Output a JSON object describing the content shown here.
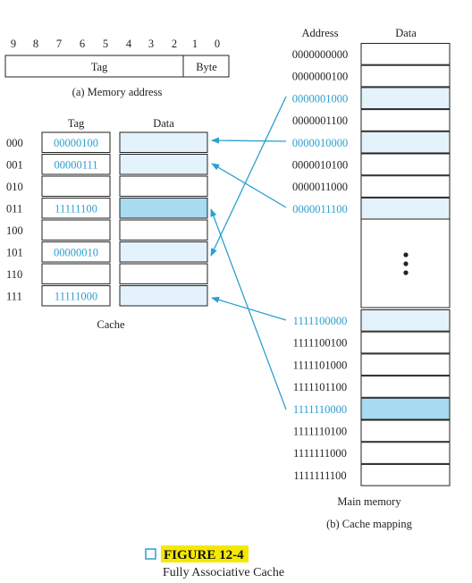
{
  "memory_address": {
    "bit_numbers": [
      "9",
      "8",
      "7",
      "6",
      "5",
      "4",
      "3",
      "2",
      "1",
      "0"
    ],
    "tag_label": "Tag",
    "byte_label": "Byte",
    "caption": "(a) Memory address"
  },
  "cache": {
    "tag_header": "Tag",
    "data_header": "Data",
    "caption": "Cache",
    "rows": [
      {
        "index": "000",
        "tag": "00000100",
        "filled": true
      },
      {
        "index": "001",
        "tag": "00000111",
        "filled": true
      },
      {
        "index": "010",
        "tag": "",
        "filled": false
      },
      {
        "index": "011",
        "tag": "11111100",
        "filled": true,
        "dark": true
      },
      {
        "index": "100",
        "tag": "",
        "filled": false
      },
      {
        "index": "101",
        "tag": "00000010",
        "filled": true
      },
      {
        "index": "110",
        "tag": "",
        "filled": false
      },
      {
        "index": "111",
        "tag": "11111000",
        "filled": true
      }
    ]
  },
  "main_memory": {
    "address_header": "Address",
    "data_header": "Data",
    "caption": "Main memory",
    "subcaption": "(b) Cache mapping",
    "ellipsis": "⋮",
    "top_rows": [
      {
        "address": "0000000000",
        "highlight": "none"
      },
      {
        "address": "0000000100",
        "highlight": "none"
      },
      {
        "address": "0000001000",
        "highlight": "light"
      },
      {
        "address": "0000001100",
        "highlight": "none"
      },
      {
        "address": "0000010000",
        "highlight": "light"
      },
      {
        "address": "0000010100",
        "highlight": "none"
      },
      {
        "address": "0000011000",
        "highlight": "none"
      },
      {
        "address": "0000011100",
        "highlight": "light"
      }
    ],
    "bottom_rows": [
      {
        "address": "1111100000",
        "highlight": "light"
      },
      {
        "address": "1111100100",
        "highlight": "none"
      },
      {
        "address": "1111101000",
        "highlight": "none"
      },
      {
        "address": "1111101100",
        "highlight": "none"
      },
      {
        "address": "1111110000",
        "highlight": "dark"
      },
      {
        "address": "1111110100",
        "highlight": "none"
      },
      {
        "address": "1111111000",
        "highlight": "none"
      },
      {
        "address": "1111111100",
        "highlight": "none"
      }
    ]
  },
  "figure": {
    "label": "FIGURE 12-4",
    "title": "Fully Associative Cache"
  },
  "colors": {
    "accent_blue": "#2b9fd0",
    "light_fill": "#e3f2fb",
    "dark_fill": "#a8daf0",
    "label_highlight": "#f5e800"
  }
}
